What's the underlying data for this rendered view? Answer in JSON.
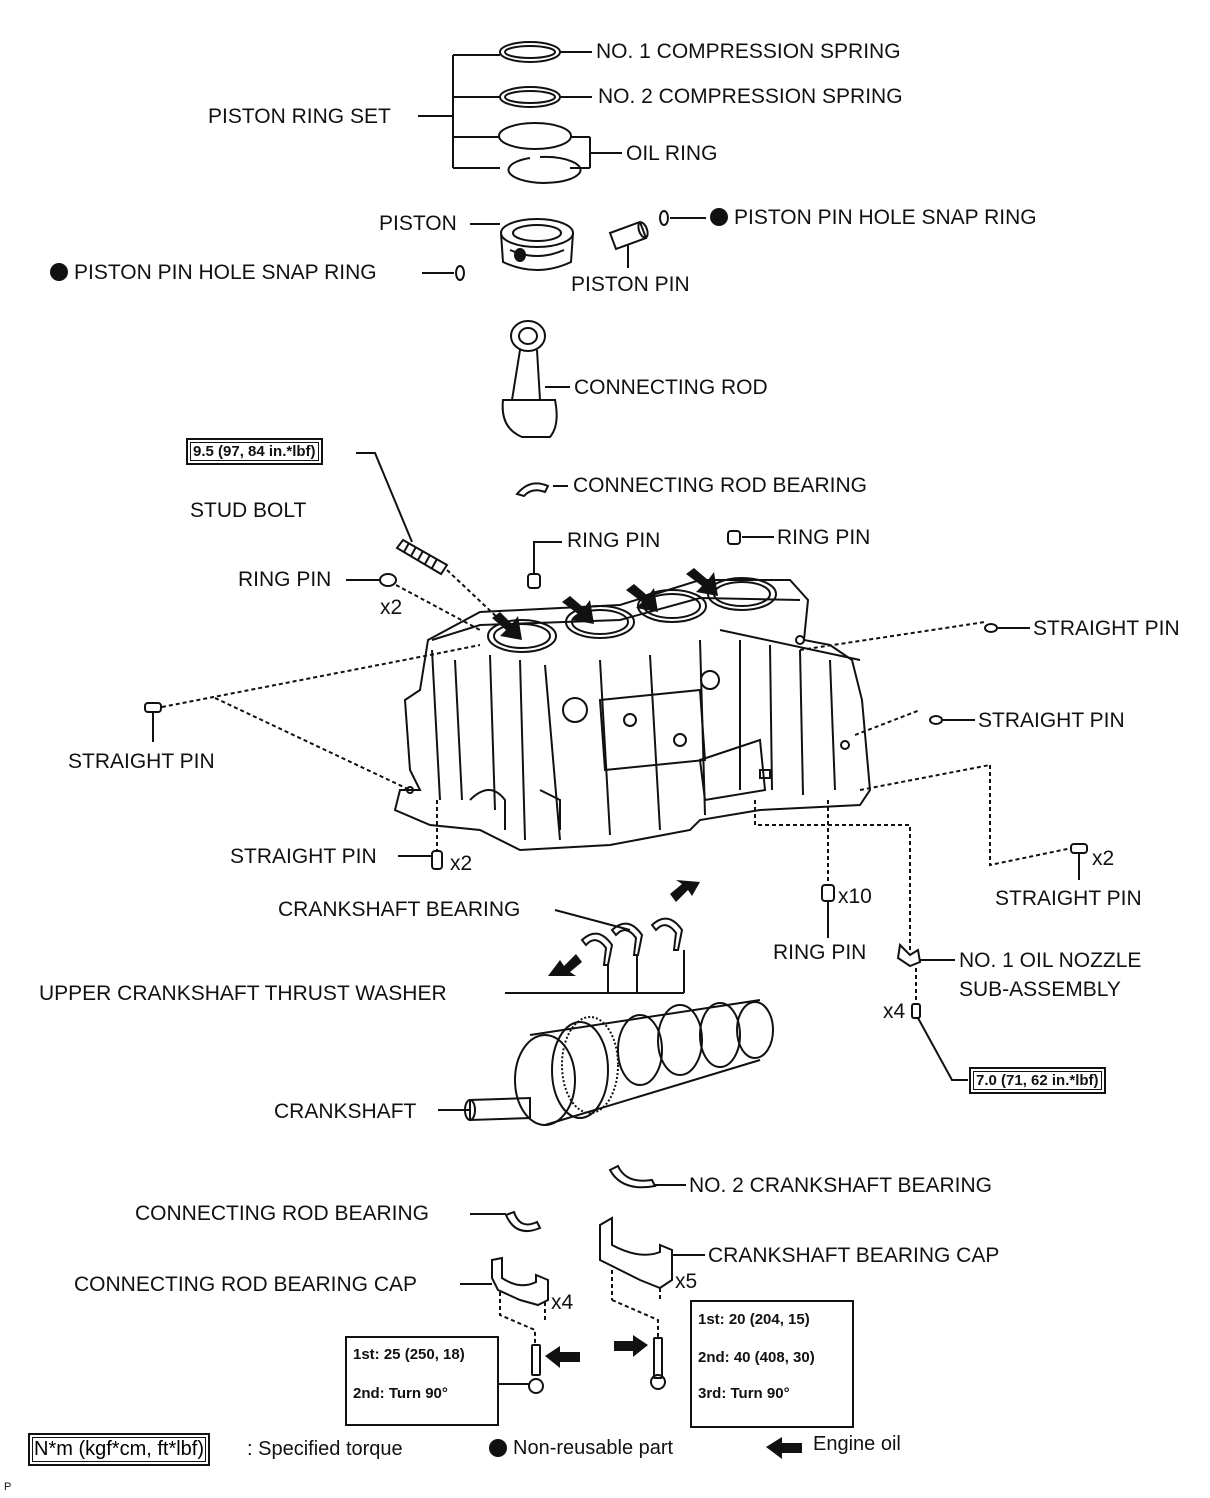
{
  "labels": {
    "no1_comp": "NO. 1 COMPRESSION SPRING",
    "no2_comp": "NO. 2 COMPRESSION SPRING",
    "piston_ring_set": "PISTON RING SET",
    "oil_ring": "OIL RING",
    "piston": "PISTON",
    "snap_ring_right": "PISTON PIN HOLE SNAP RING",
    "snap_ring_left": "PISTON PIN HOLE SNAP RING",
    "piston_pin": "PISTON PIN",
    "connecting_rod": "CONNECTING ROD",
    "conrod_bearing_top": "CONNECTING ROD BEARING",
    "stud_bolt": "STUD BOLT",
    "ring_pin_a": "RING PIN",
    "ring_pin_b": "RING PIN",
    "ring_pin_c": "RING PIN",
    "ring_pin_c_qty": "x2",
    "straight_pin_tr": "STRAIGHT PIN",
    "straight_pin_mr": "STRAIGHT PIN",
    "straight_pin_left": "STRAIGHT PIN",
    "straight_pin_bottom": "STRAIGHT PIN",
    "straight_pin_bottom_qty": "x2",
    "straight_pin_br": "STRAIGHT PIN",
    "straight_pin_br_qty": "x2",
    "crankshaft_bearing": "CRANKSHAFT BEARING",
    "ring_pin_x10_qty": "x10",
    "ring_pin_x10": "RING PIN",
    "oil_nozzle_1": "NO. 1 OIL NOZZLE",
    "oil_nozzle_2": "SUB-ASSEMBLY",
    "oil_nozzle_qty": "x4",
    "upper_thrust_washer": "UPPER CRANKSHAFT THRUST WASHER",
    "crankshaft": "CRANKSHAFT",
    "no2_crank_bearing": "NO. 2 CRANKSHAFT BEARING",
    "conrod_bearing_bottom": "CONNECTING ROD BEARING",
    "crank_bearing_cap": "CRANKSHAFT BEARING CAP",
    "crank_cap_qty": "x5",
    "conrod_cap": "CONNECTING ROD BEARING CAP",
    "conrod_cap_qty": "x4",
    "corner_mark": "P"
  },
  "torque": {
    "stud_bolt": "9.5 (97, 84 in.*lbf)",
    "oil_nozzle": "7.0 (71, 62 in.*lbf)",
    "conrod_cap": [
      "1st: 25 (250, 18)",
      "2nd: Turn 90°"
    ],
    "crank_cap": [
      "1st: 20 (204, 15)",
      "2nd: 40 (408, 30)",
      "3rd: Turn 90°"
    ]
  },
  "legend": {
    "torque_unit": "N*m (kgf*cm, ft*lbf)",
    "torque_text": ": Specified torque",
    "non_reusable": "Non-reusable part",
    "engine_oil": "Engine oil"
  }
}
